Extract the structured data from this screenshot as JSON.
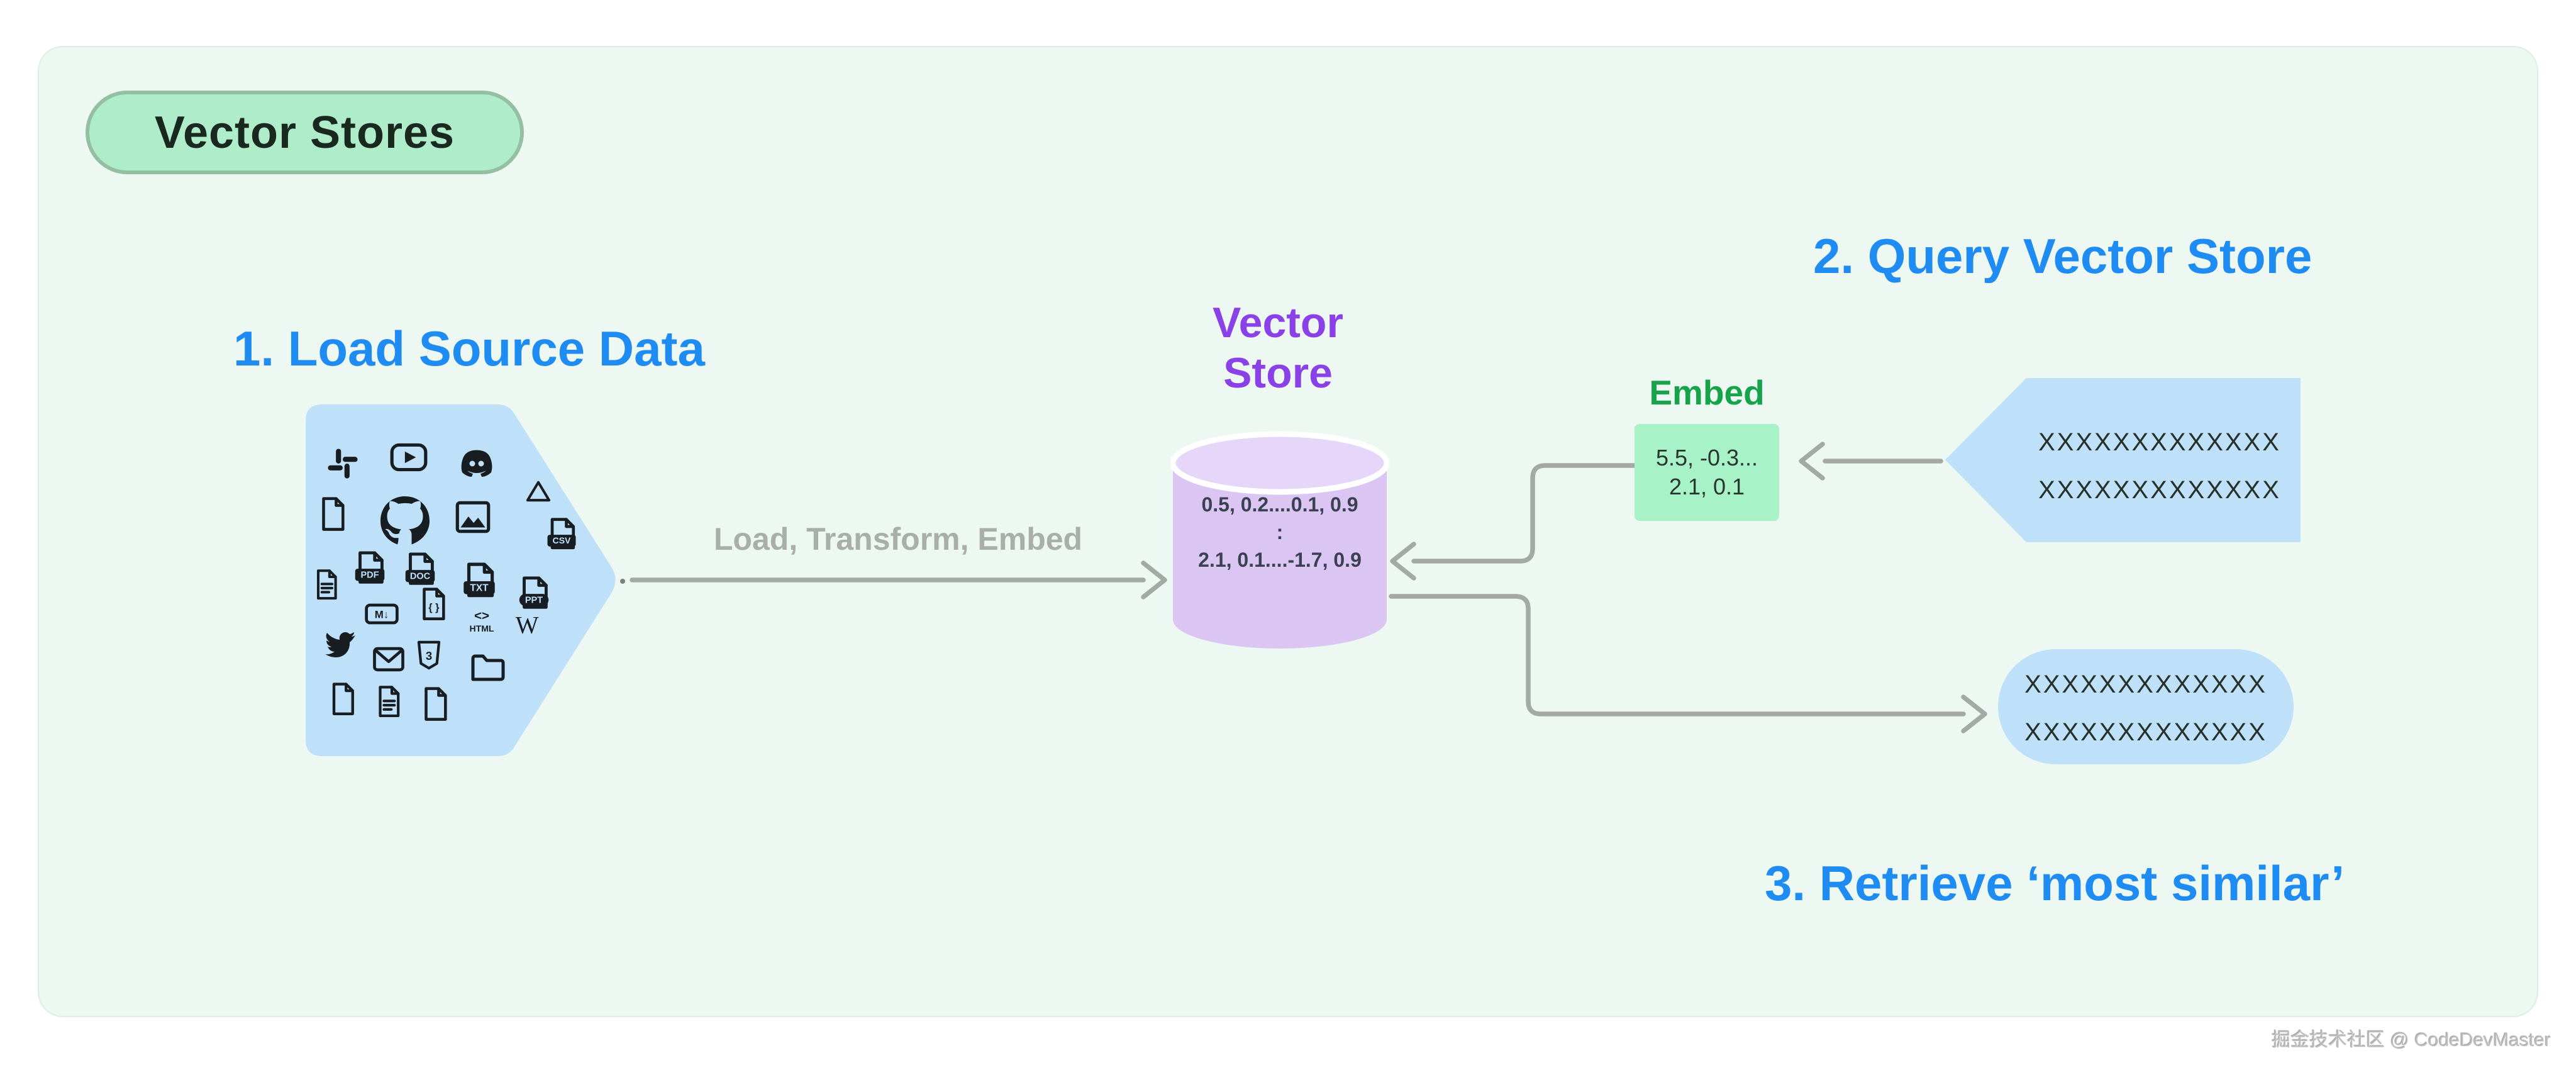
{
  "badge": {
    "label": "Vector Stores"
  },
  "headings": {
    "step1": "1. Load Source Data",
    "step2": "2. Query Vector Store",
    "step3": "3. Retrieve ‘most similar’"
  },
  "flow": {
    "arrow_label": "Load, Transform, Embed"
  },
  "vector_store": {
    "title_line1": "Vector",
    "title_line2": "Store",
    "vector_row1": "0.5, 0.2....0.1, 0.9",
    "vector_row2": ":",
    "vector_row3": "2.1, 0.1....-1.7, 0.9"
  },
  "embed": {
    "label": "Embed",
    "vector_line1": "5.5, -0.3...",
    "vector_line2": "2.1, 0.1"
  },
  "query_tag": {
    "line1": "XXXXXXXXXXXXX",
    "line2": "XXXXXXXXXXXXX"
  },
  "result_box": {
    "line1": "XXXXXXXXXXXXX",
    "line2": "XXXXXXXXXXXXX"
  },
  "icon_labels": {
    "csv": "CSV",
    "pdf": "PDF",
    "doc": "DOC",
    "txt": "TXT",
    "ppt": "PPT",
    "markdown": "M↓",
    "code": "{ }",
    "html_mark": "<>",
    "html_label": "HTML",
    "wikipedia": "W",
    "css": "3"
  },
  "source_icons": [
    "slack-icon",
    "youtube-icon",
    "discord-icon",
    "file-icon",
    "github-icon",
    "image-icon",
    "google-drive-icon",
    "csv-file-icon",
    "document-lines-icon",
    "pdf-file-icon",
    "doc-file-icon",
    "txt-file-icon",
    "ppt-file-icon",
    "markdown-icon",
    "code-file-icon",
    "html-icon",
    "wikipedia-icon",
    "twitter-icon",
    "email-icon",
    "css3-icon",
    "folder-icon",
    "file-icon",
    "document-lines-icon",
    "file-icon"
  ],
  "watermark": "掘金技术社区 @ CodeDevMaster",
  "colors": {
    "accent_blue": "#1E8CF2",
    "accent_purple": "#8B41E8",
    "accent_green": "#17A34A",
    "panel_bg": "#ECF8F1",
    "badge_bg": "#AFEDCA",
    "badge_border": "#94BFA3",
    "shape_blue": "#BEE0F9",
    "embed_bg": "#A7F2C6",
    "cylinder_body": "#DBC6F3",
    "cylinder_top": "#E6D6F9",
    "connector_gray": "#A4A9A4",
    "icon_dark": "#181D22"
  }
}
